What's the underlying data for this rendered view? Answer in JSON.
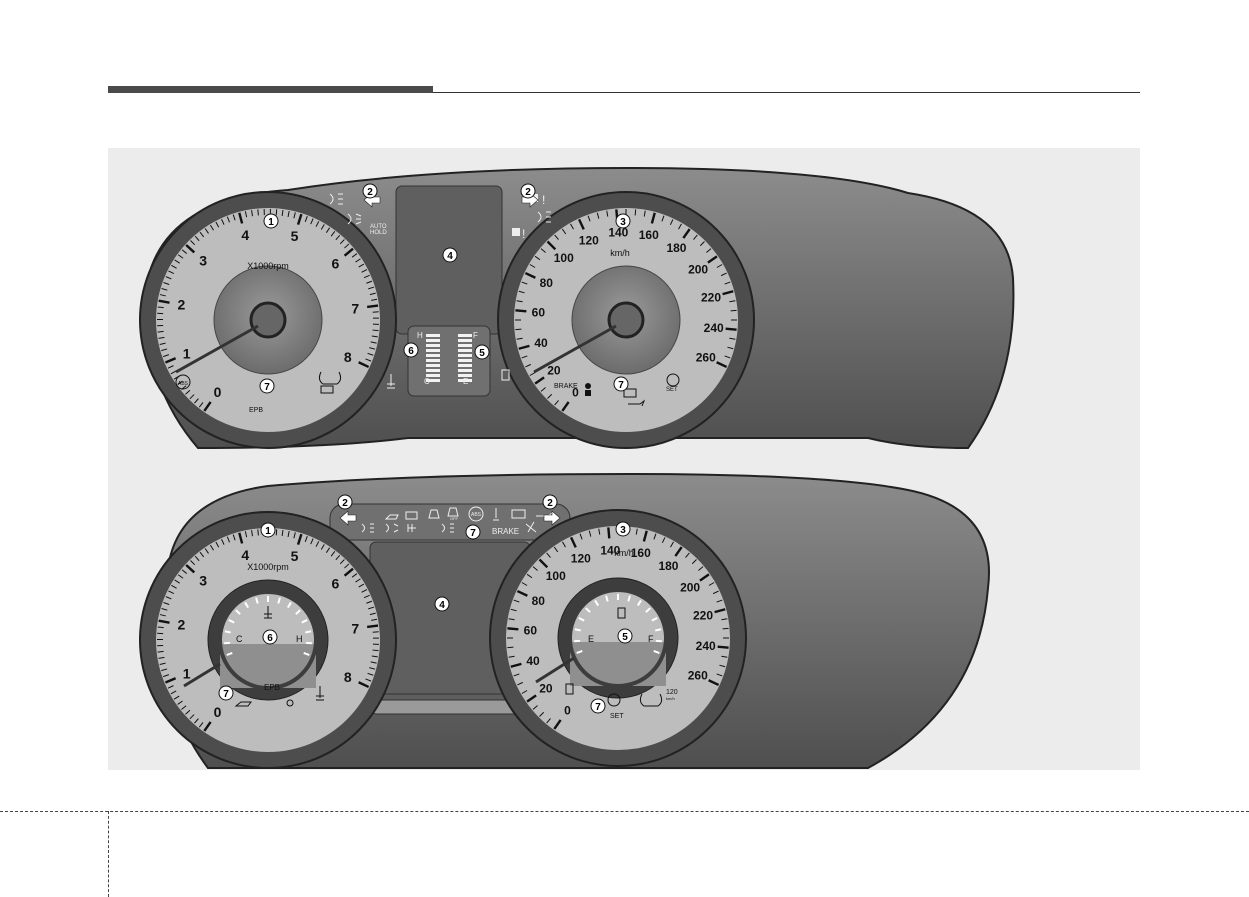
{
  "figure": {
    "cluster_a": {
      "tach_labels": [
        "0",
        "1",
        "2",
        "3",
        "4",
        "5",
        "6",
        "7",
        "8"
      ],
      "tach_unit": "X1000rpm",
      "speed_labels": [
        "0",
        "20",
        "40",
        "60",
        "80",
        "100",
        "120",
        "140",
        "160",
        "180",
        "200",
        "220",
        "240",
        "260"
      ],
      "speed_unit": "km/h",
      "temp_letters": {
        "hot": "H",
        "cold": "C"
      },
      "fuel_letters": {
        "full": "F",
        "empty": "E"
      },
      "warning_text": {
        "auto_hold": "AUTO\nHOLD",
        "epb": "EPB",
        "brake": "BRAKE",
        "set": "SET",
        "abs": "ABS"
      },
      "callouts": {
        "tach": "1",
        "turn_left": "2",
        "turn_right": "2",
        "speed": "3",
        "lcd": "4",
        "fuel": "5",
        "temp": "6",
        "warn_left": "7",
        "warn_right": "7"
      }
    },
    "cluster_b": {
      "tach_labels": [
        "0",
        "1",
        "2",
        "3",
        "4",
        "5",
        "6",
        "7",
        "8"
      ],
      "tach_unit": "X1000rpm",
      "speed_labels": [
        "0",
        "20",
        "40",
        "60",
        "80",
        "100",
        "120",
        "140",
        "160",
        "180",
        "200",
        "220",
        "240",
        "260"
      ],
      "speed_unit": "km/h",
      "temp_letters": {
        "cold": "C",
        "hot": "H"
      },
      "fuel_letters": {
        "empty": "E",
        "full": "F"
      },
      "warning_text": {
        "epb": "EPB",
        "brake": "BRAKE",
        "set": "SET",
        "speed_120": "120",
        "kmh_small": "km/h",
        "abs": "ABS",
        "off": "OFF"
      },
      "callouts": {
        "tach": "1",
        "turn_left": "2",
        "turn_right": "2",
        "speed": "3",
        "lcd": "4",
        "fuel": "5",
        "temp": "6",
        "warn_top": "7",
        "warn_left": "7",
        "warn_right": "7"
      }
    },
    "colors": {
      "panel": "#ececec",
      "bezel": "#6e6e6e",
      "dial": "#bdbdbd",
      "hub": "#8a8a8a",
      "lcd": "#5f5f5f",
      "rule": "#4a4a4a"
    }
  }
}
